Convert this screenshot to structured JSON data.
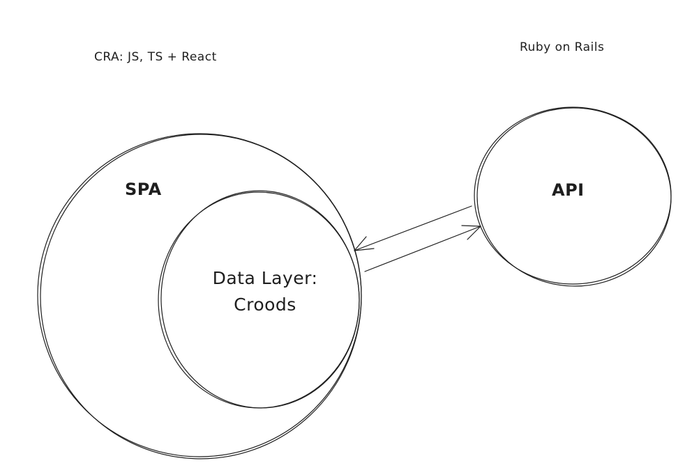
{
  "diagram": {
    "labels": {
      "cra": "CRA: JS, TS + React",
      "rails": "Ruby on Rails",
      "spa": "SPA",
      "api": "API",
      "data_layer_line1": "Data Layer:",
      "data_layer_line2": "Croods"
    },
    "colors": {
      "stroke": "#1e1e1e",
      "background": "#ffffff"
    },
    "nodes": [
      {
        "id": "spa",
        "label": "SPA",
        "shape": "circle"
      },
      {
        "id": "data-layer",
        "label": "Data Layer: Croods",
        "shape": "circle",
        "parent": "spa"
      },
      {
        "id": "api",
        "label": "API",
        "shape": "circle"
      }
    ],
    "edges": [
      {
        "from": "api",
        "to": "data-layer",
        "style": "arrow"
      },
      {
        "from": "data-layer",
        "to": "api",
        "style": "arrow"
      }
    ]
  }
}
